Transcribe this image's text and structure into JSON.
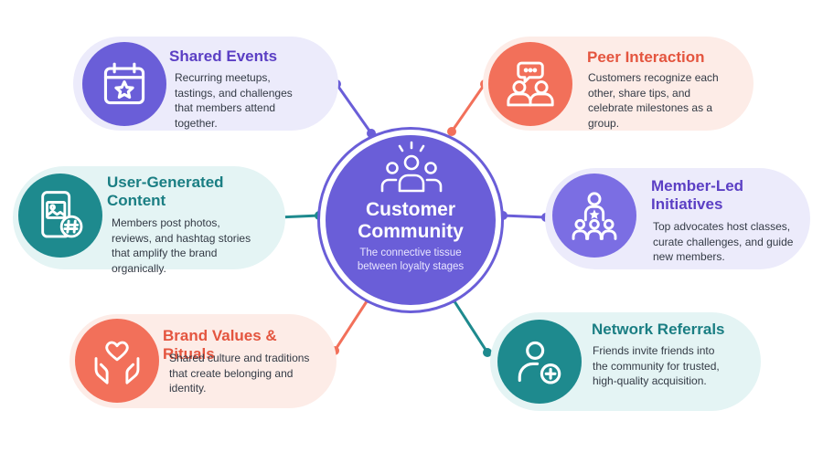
{
  "hub": {
    "title": "Customer Community",
    "subtitle": "The connective tissue between loyalty stages"
  },
  "cards": {
    "shared_events": {
      "title": "Shared Events",
      "body": "Recurring meetups, tastings, and challenges that members attend together.",
      "icon": "calendar-star-icon"
    },
    "peer_interaction": {
      "title": "Peer Interaction",
      "body": "Customers recognize each other, share tips, and celebrate milestones as a group.",
      "icon": "people-chat-icon"
    },
    "user_generated": {
      "title": "User-Generated Content",
      "body": "Members post photos, reviews, and hashtag stories that amplify the brand organically.",
      "icon": "phone-photo-hashtag-icon"
    },
    "member_led": {
      "title": "Member-Led Initiatives",
      "body": "Top advocates host classes, curate challenges, and guide new members.",
      "icon": "leader-group-icon"
    },
    "brand_values": {
      "title": "Brand Values & Rituals",
      "body": "Shared culture and traditions that create belonging and identity.",
      "icon": "hands-heart-icon"
    },
    "network_referrals": {
      "title": "Network Referrals",
      "body": "Friends invite friends into the community for trusted, high-quality acquisition.",
      "icon": "user-plus-icon"
    }
  },
  "colors": {
    "purple": "#6a5ed8",
    "coral": "#f2705a",
    "teal": "#1e8a8e"
  }
}
